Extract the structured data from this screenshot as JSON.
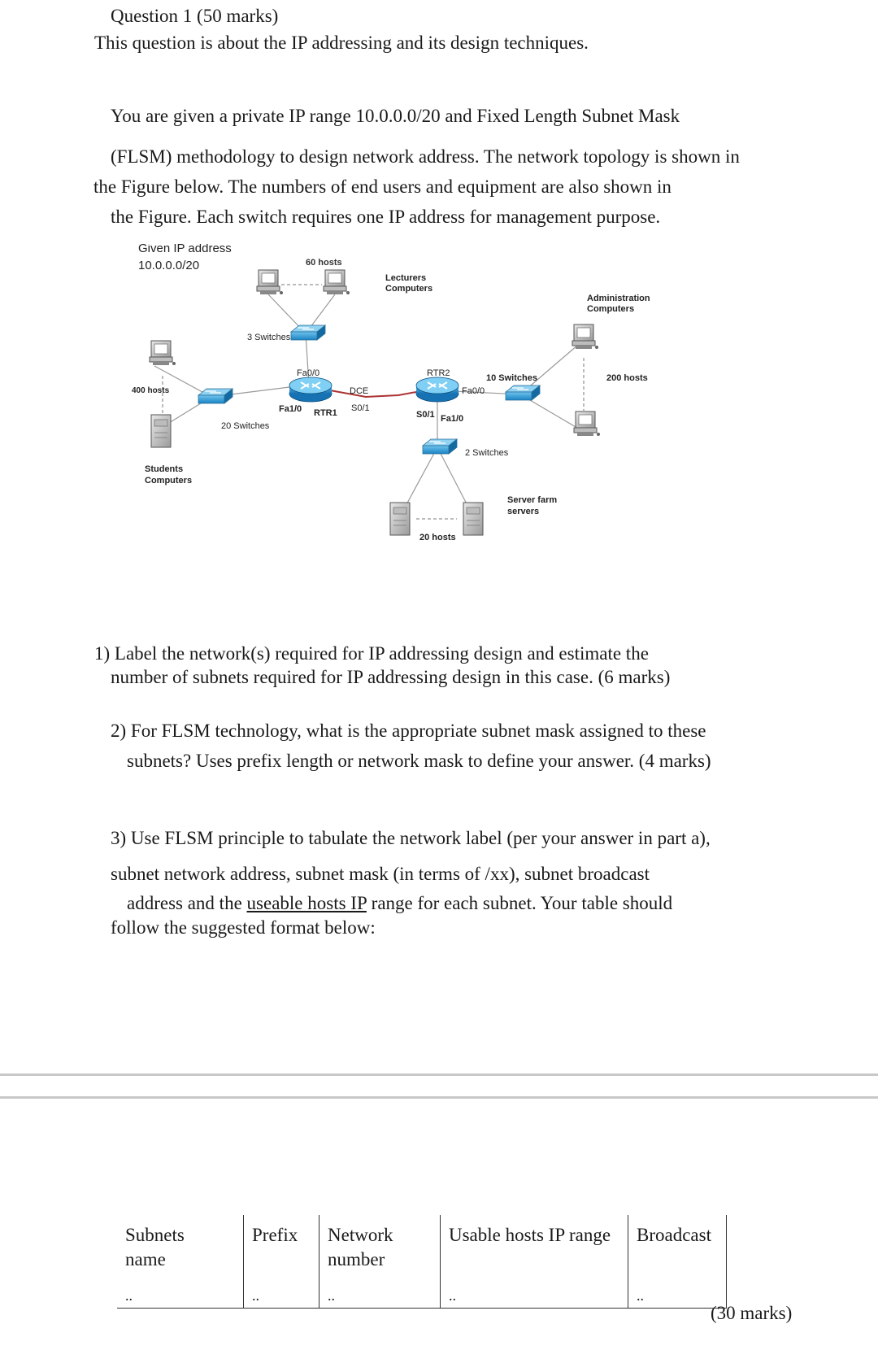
{
  "header": {
    "title": "Question 1 (50 marks)",
    "intro": "This question is about the IP addressing and its design techniques."
  },
  "paragraph": {
    "line1": "You are given a private IP range 10.0.0.0/20 and Fixed Length Subnet Mask",
    "line2": "(FLSM) methodology to design network address. The network topology is shown in",
    "line3": "the Figure below. The numbers of end users and equipment are also shown in",
    "line4": "the Figure. Each switch requires one IP address for management purpose."
  },
  "figure": {
    "given_label": "Given IP address",
    "given_ip": "10.0.0.0/20",
    "hosts_60": "60 hosts",
    "lecturers_1": "Lecturers",
    "lecturers_2": "Computers",
    "admin_1": "Administration",
    "admin_2": "Computers",
    "switches_3": "3 Switches",
    "hosts_400": "400 hosts",
    "students_1": "Students",
    "students_2": "Computers",
    "switches_20": "20 Switches",
    "fa00_rtr1": "Fa0/0",
    "fa10_rtr1": "Fa1/0",
    "dce": "DCE",
    "s01_rtr1": "S0/1",
    "rtr1": "RTR1",
    "s01_rtr2": "S0/1",
    "rtr2": "RTR2",
    "fa00_rtr2": "Fa0/0",
    "fa10_rtr2": "Fa1/0",
    "switches_10": "10 Switches",
    "hosts_200": "200 hosts",
    "switches_2": "2 Switches",
    "server_1": "Server farm",
    "server_2": "servers",
    "hosts_20": "20 hosts"
  },
  "questions": {
    "q1_line1": "1) Label the network(s) required for IP addressing design and estimate the",
    "q1_line2": "number of subnets required for IP addressing design in this case.  (6 marks)",
    "q2_line1": "2) For FLSM technology, what is the appropriate subnet mask assigned to these",
    "q2_line2": "subnets? Uses prefix length or network mask to define your answer. (4 marks)",
    "q3_line1": "3) Use FLSM principle to tabulate the network label (per your answer in part a),",
    "q3_line2": "subnet network address, subnet mask (in terms of /xx), subnet broadcast",
    "q3_line3a": "address and the ",
    "q3_line3u": "useable hosts IP",
    "q3_line3b": " range for each subnet. Your table should",
    "q3_line4": "follow the suggested format below:"
  },
  "table": {
    "headers": [
      "Subnets name",
      "Prefix",
      "Network number",
      "Usable hosts IP range",
      "Broadcast"
    ],
    "h1a": "Subnets",
    "h1b": "name",
    "h2": "Prefix",
    "h3a": "Network",
    "h3b": "number",
    "h4": "Usable hosts IP range",
    "h5": "Broadcast",
    "dots": "..",
    "marks": "(30 marks)"
  }
}
